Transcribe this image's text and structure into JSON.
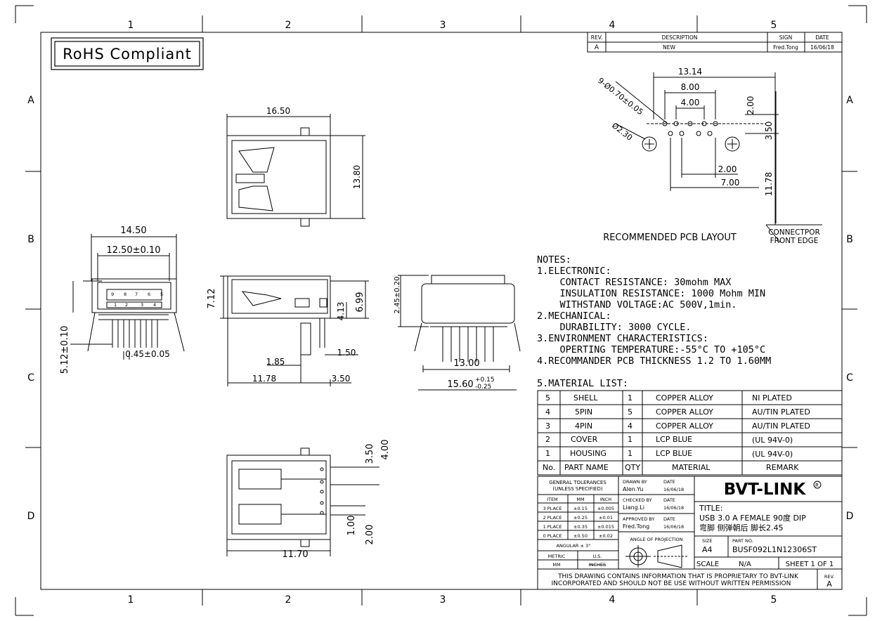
{
  "rohs": "RoHS Compliant",
  "zones": {
    "columns": [
      "1",
      "2",
      "3",
      "4",
      "5"
    ],
    "rows": [
      "A",
      "B",
      "C",
      "D"
    ]
  },
  "revision": {
    "headers": [
      "REV.",
      "DESCRIPTION",
      "SIGN",
      "DATE"
    ],
    "row": [
      "A",
      "NEW",
      "Fred.Tong",
      "16/06/18"
    ]
  },
  "pcb": {
    "hole_spec": "9-Ø0.70±0.05",
    "peg": "Ø2.30",
    "d1314": "13.14",
    "d800": "8.00",
    "d400": "4.00",
    "d200a": "2.00",
    "d350": "3.50",
    "d1178": "11.78",
    "d200b": "2.00",
    "d700": "7.00",
    "title": "RECOMMENDED PCB LAYOUT",
    "edge1": "CONNECTPOR",
    "edge2": "FRONT EDGE"
  },
  "top_view": {
    "w": "16.50",
    "h": "13.80"
  },
  "front_view": {
    "w1": "14.50",
    "w2": "12.50±0.10",
    "pitch": "0.45±0.05",
    "h": "5.12±0.10",
    "pins": [
      "9",
      "8",
      "7",
      "6",
      "5",
      "1",
      "2",
      "3",
      "4"
    ]
  },
  "side_view": {
    "h1": "7.12",
    "h2": "6.99",
    "h3": "4.13",
    "d150": "1.50",
    "d185": "1.85",
    "d1178": "11.78",
    "d350": "3.50"
  },
  "rear_view": {
    "h": "2.45±0.20",
    "w1": "13.00",
    "w2": "15.60",
    "tol_up": "+0.15",
    "tol_dn": "-0.25"
  },
  "bottom_view": {
    "d350": "3.50",
    "d400": "4.00",
    "d100": "1.00",
    "d200": "2.00",
    "w": "11.70"
  },
  "notes": {
    "heading": "NOTES:",
    "lines": [
      "1.ELECTRONIC:",
      "    CONTACT RESISTANCE: 30mohm MAX",
      "    INSULATION RESISTANCE: 1000 Mohm MIN",
      "    WITHSTAND VOLTAGE:AC 500V,1min.",
      "2.MECHANICAL:",
      "    DURABILITY: 3000 CYCLE.",
      "3.ENVIRONMENT CHARACTERISTICS:",
      "    OPERTING TEMPERATURE:-55°C TO +105°C",
      "4.RECOMMANDER PCB THICKNESS 1.2 TO 1.60MM"
    ],
    "material_heading": "5.MATERIAL LIST:"
  },
  "materials": {
    "rows": [
      [
        "5",
        "SHELL",
        "1",
        "COPPER ALLOY",
        "NI PLATED"
      ],
      [
        "4",
        "5PIN",
        "5",
        "COPPER ALLOY",
        "AU/TIN PLATED"
      ],
      [
        "3",
        "4PIN",
        "4",
        "COPPER ALLOY",
        "AU/TIN PLATED"
      ],
      [
        "2",
        "COVER",
        "1",
        "LCP BLUE",
        "(UL 94V-0)"
      ],
      [
        "1",
        "HOUSING",
        "1",
        "LCP BLUE",
        "(UL 94V-0)"
      ]
    ],
    "header": [
      "No.",
      "PART NAME",
      "QTY",
      "MATERIAL",
      "REMARK"
    ]
  },
  "title_block": {
    "tol_title1": "GENERAL TOLERANCES",
    "tol_title2": "(UNLESS SPECIFIED)",
    "tol_head": [
      "ITEM",
      "MM",
      "INCH"
    ],
    "tol_rows": [
      [
        "3 PLACE",
        "±0.15",
        "±0.005"
      ],
      [
        "2 PLACE",
        "±0.25",
        "±0.01"
      ],
      [
        "1 PLACE",
        "±0.35",
        "±0.015"
      ],
      [
        "0 PLACE",
        "±0.50",
        "±0.02"
      ]
    ],
    "angular": "ANGULAR ± 3°",
    "metric": "METRIC",
    "us": "U.S.",
    "mm": "MM",
    "inches": "INCHES",
    "drawn_by": "DRAWN BY",
    "drawn_name": "Alen.Yu",
    "checked_by": "CHECKED BY",
    "checked_name": "Liang.Li",
    "approved_by": "APPROVED BY",
    "approved_name": "Fred.Tong",
    "date_label": "DATE",
    "date": "16/06/18",
    "company": "BVT-LINK",
    "title_label": "TITLE:",
    "title_line1": "USB 3.0 A FEMALE 90度 DIP",
    "title_line2": "弯脚 侧弹朝后 脚长2.45",
    "projection": "ANGLE OF PROJECTION",
    "size_label": "SIZE",
    "size": "A4",
    "partno_label": "PART NO.",
    "partno": "BUSF092L1N12306ST",
    "scale_label": "SCALE",
    "scale": "N/A",
    "sheet": "SHEET 1 OF 1",
    "prop1": "THIS DRAWING CONTAINS INFORMATION THAT IS PROPRIETARY TO BVT-LINK",
    "prop2": "INCORPORATED AND SHOULD NOT BE USE WITHOUT WRITTEN PERMISSION",
    "rev_label": "REV.",
    "rev": "A"
  }
}
